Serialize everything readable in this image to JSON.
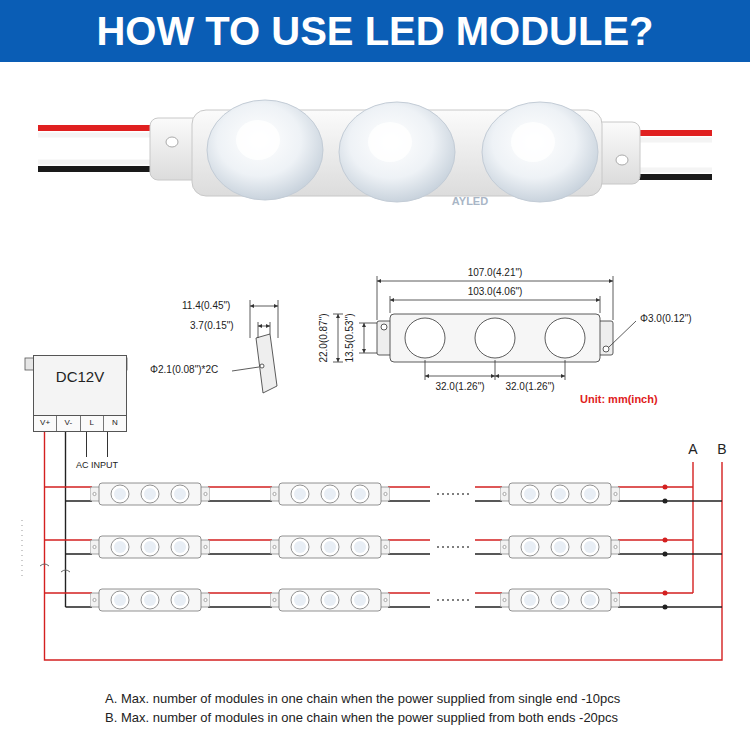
{
  "diagram": {
    "title": "HOW TO USE LED MODULE?",
    "nodes": [
      {
        "text": [
          "DC12V",
          "V+",
          "V-",
          "L",
          "N",
          "AC INPUT"
        ]
      }
    ],
    "labels": [
      "11.4(0.45\")",
      "3.7(0.15\")",
      "Φ2.1(0.08\")*2C",
      "107.0(4.21\")",
      "103.0(4.06\")",
      "22.0(0.87\")",
      "13.5(0.53\")",
      "Φ3.0(0.12\")",
      "32.0(1.26\")",
      "32.0(1.26\")",
      "Unit: mm(inch)",
      "A",
      "B",
      "A. Max. number of modules in one chain when the power supplied from single end -10pcs",
      "B. Max. number of modules in one chain when the power supplied from both ends -20pcs",
      "AYLED"
    ]
  }
}
